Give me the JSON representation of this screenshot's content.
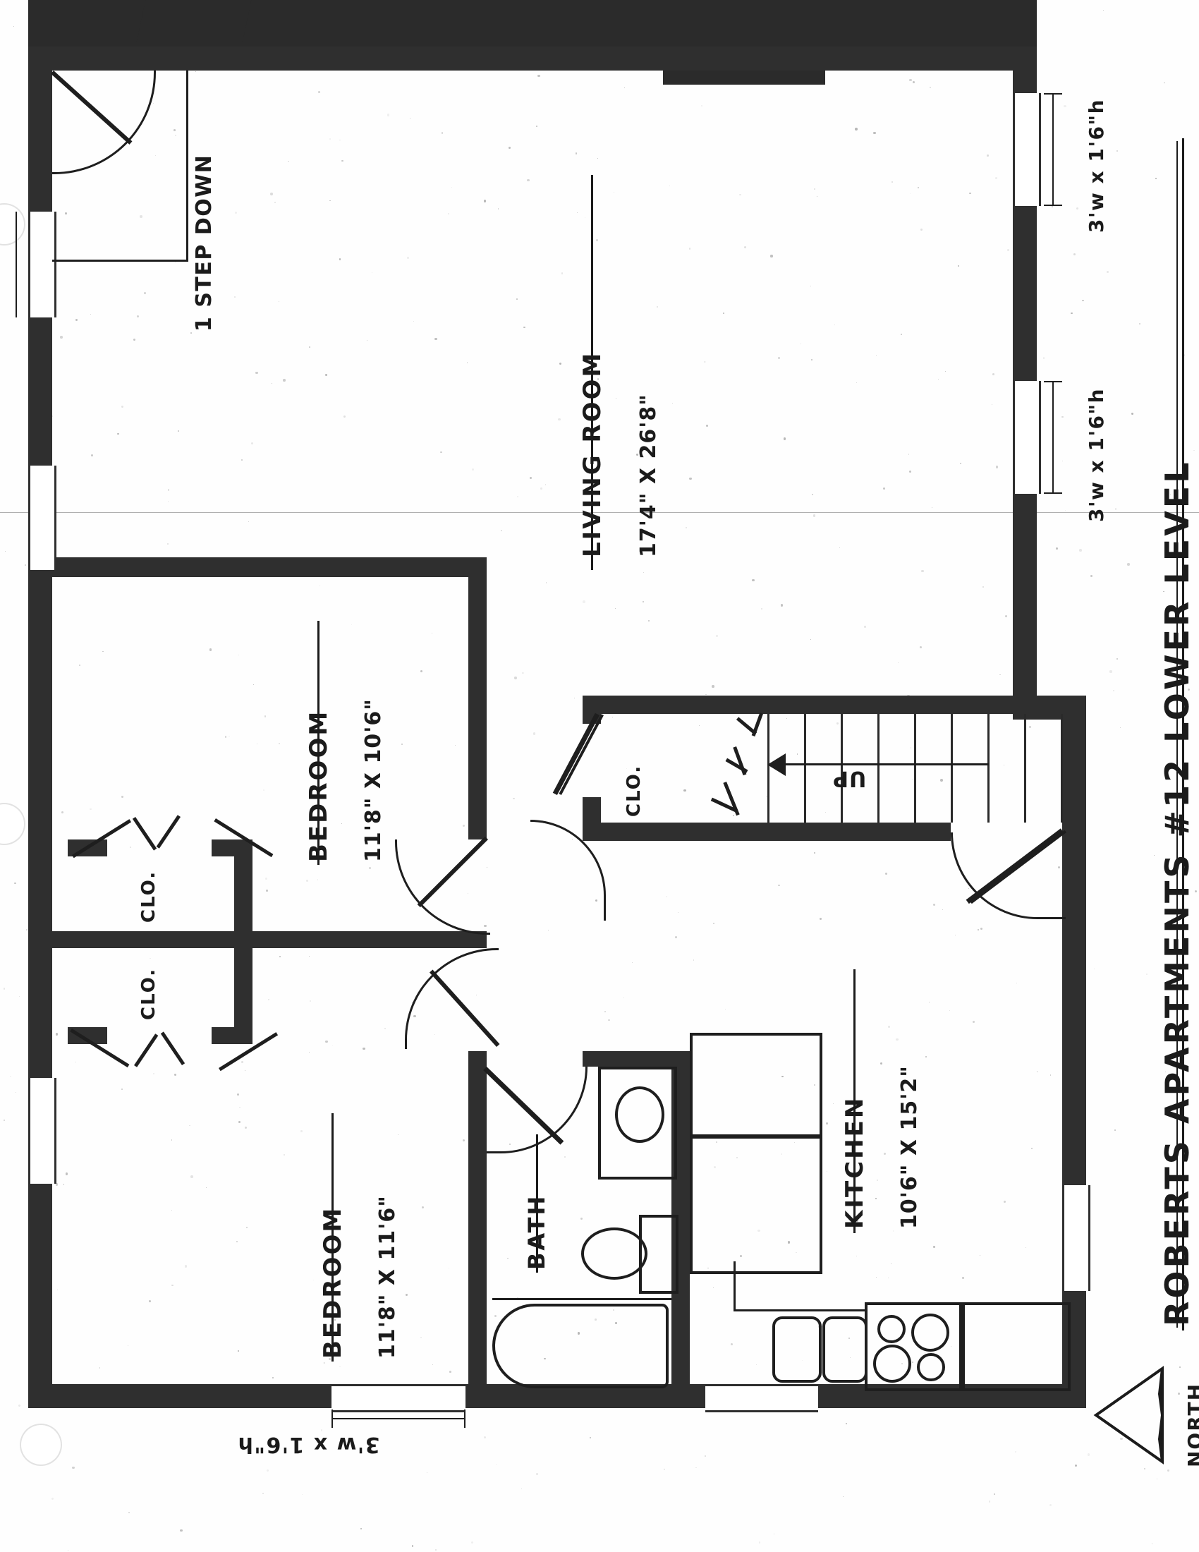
{
  "document": {
    "kind": "architectural-floor-plan",
    "title": "ROBERTS APARTMENTS #12 LOWER LEVEL",
    "title_parts": {
      "line": "ROBERTS APARTMENTS #12 LOWER LEVEL"
    },
    "orientation_label": "NORTH"
  },
  "rooms": [
    {
      "id": "living-room",
      "name": "LIVING ROOM",
      "dims": "17'4\" X 26'8\""
    },
    {
      "id": "bedroom-upper",
      "name": "BEDROOM",
      "dims": "11'8\" X 10'6\""
    },
    {
      "id": "bedroom-lower",
      "name": "BEDROOM",
      "dims": "11'8\" X 11'6\""
    },
    {
      "id": "kitchen",
      "name": "KITCHEN",
      "dims": "10'6\" X 15'2\""
    },
    {
      "id": "bath",
      "name": "BATH",
      "dims": ""
    }
  ],
  "closets": [
    {
      "id": "closet-upper-left",
      "label": "CLO."
    },
    {
      "id": "closet-lower-left",
      "label": "CLO."
    },
    {
      "id": "closet-center",
      "label": "CLO."
    }
  ],
  "annotations": {
    "step_down": "1 STEP DOWN",
    "stairs_direction": "UP",
    "window_top_right": "3'w x 1'6\"h",
    "window_mid_right": "3'w x 1'6\"h",
    "window_bottom": "3'w x 1'6\"h"
  },
  "fixtures": {
    "kitchen": [
      "sink-basin-left",
      "sink-basin-right",
      "cooktop-4-burner",
      "refrigerator"
    ],
    "bath": [
      "vanity-sink",
      "toilet",
      "bathtub"
    ]
  },
  "colors": {
    "wall": "#2f2f2f",
    "ink": "#1b1b1b",
    "paper": "#fefefe",
    "hairline": "#6f6f6f"
  }
}
